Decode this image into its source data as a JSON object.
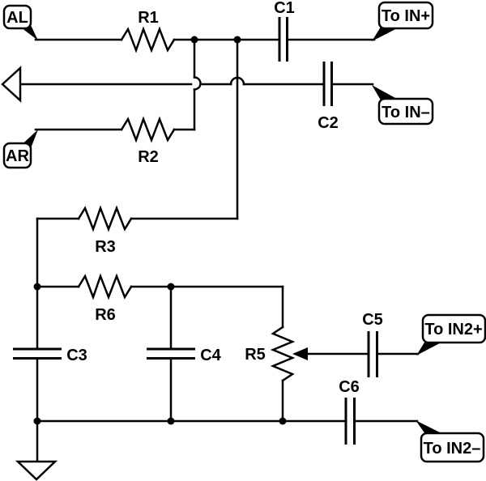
{
  "diagram": {
    "type": "circuit-schematic",
    "background_color": "#ffffff",
    "line_color": "#000000",
    "inputs": {
      "al": "AL",
      "ar": "AR"
    },
    "outputs": {
      "in_plus": "To IN+",
      "in_minus": "To IN–",
      "in2_plus": "To IN2+",
      "in2_minus": "To IN2–"
    },
    "resistors": {
      "r1": "R1",
      "r2": "R2",
      "r3": "R3",
      "r5": "R5",
      "r6": "R6"
    },
    "capacitors": {
      "c1": "C1",
      "c2": "C2",
      "c3": "C3",
      "c4": "C4",
      "c5": "C5",
      "c6": "C6"
    }
  }
}
